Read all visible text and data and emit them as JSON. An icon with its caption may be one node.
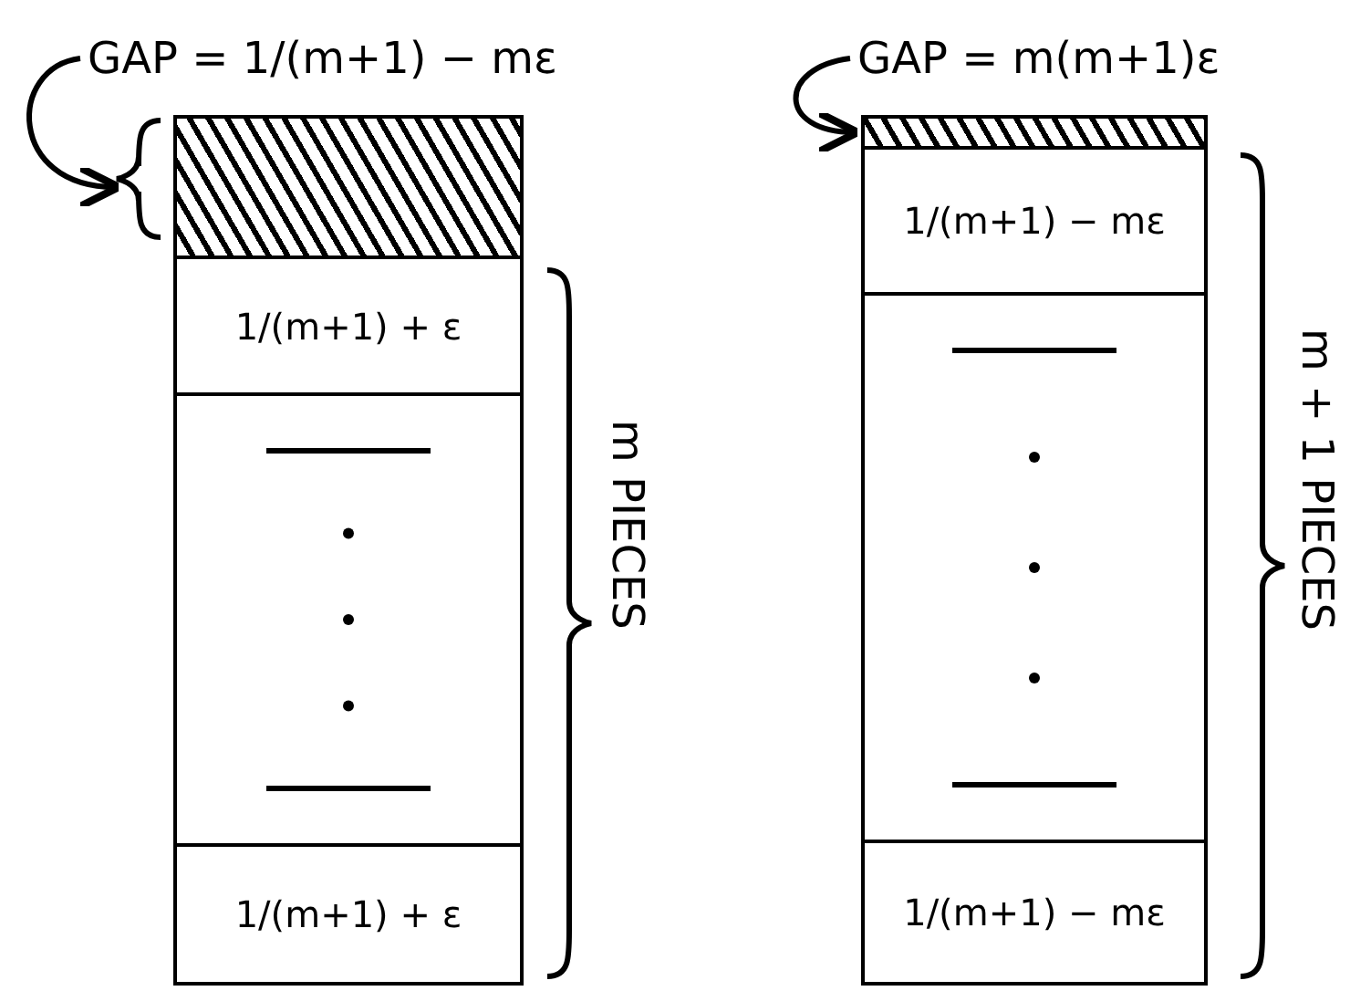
{
  "diagram": {
    "nodes": [
      {
        "text": [
          "GAP = 1/(m+1) − mε"
        ]
      },
      {
        "text": [],
        "shape": "box"
      },
      {
        "text": [
          "1/(m+1) + ε"
        ]
      },
      {
        "text": [],
        "shape": "box"
      },
      {
        "text": [
          "1/(m+1) + ε"
        ]
      },
      {
        "text": [
          "GAP = m(m+1)ε"
        ]
      },
      {
        "text": [],
        "shape": "box"
      },
      {
        "text": [
          "1/(m+1) − mε"
        ]
      },
      {
        "text": [],
        "shape": "box"
      },
      {
        "text": [
          "1/(m+1) − mε"
        ]
      }
    ],
    "edges": [
      {
        "from": 0,
        "to": 1,
        "arrow": "to"
      },
      {
        "from": 5,
        "to": 6,
        "arrow": "to"
      }
    ],
    "labels": [
      "m PIECES",
      "m + 1 PIECES"
    ]
  }
}
